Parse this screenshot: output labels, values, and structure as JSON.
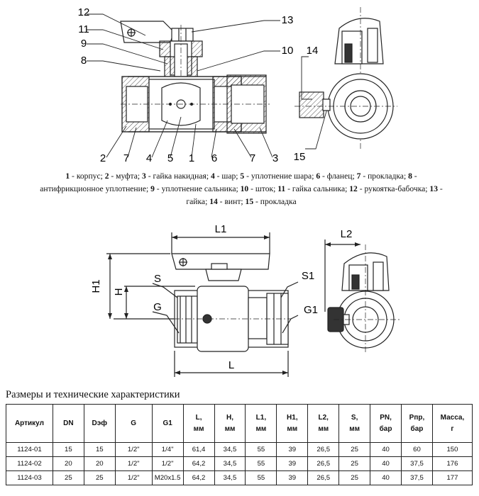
{
  "callouts_top": [
    "12",
    "11",
    "9",
    "8",
    "13",
    "10",
    "14",
    "15"
  ],
  "callouts_bottom": [
    "2",
    "7",
    "4",
    "5",
    "1",
    "6",
    "7",
    "3"
  ],
  "legend": [
    {
      "num": "1",
      "text": " - корпус; "
    },
    {
      "num": "2",
      "text": " - муфта; "
    },
    {
      "num": "3",
      "text": " - гайка накидная; "
    },
    {
      "num": "4",
      "text": " - шар; "
    },
    {
      "num": "5",
      "text": " - уплотнение шара; "
    },
    {
      "num": "6",
      "text": " - фланец; "
    },
    {
      "num": "7",
      "text": " - прокладка; "
    },
    {
      "num": "8",
      "text": " - антифрикционное уплотнение; "
    },
    {
      "num": "9",
      "text": " - уплотнение сальника; "
    },
    {
      "num": "10",
      "text": " - шток; "
    },
    {
      "num": "11",
      "text": " - гайка сальника; "
    },
    {
      "num": "12",
      "text": " - рукоятка-бабочка; "
    },
    {
      "num": "13",
      "text": " - гайка; "
    },
    {
      "num": "14",
      "text": " - винт; "
    },
    {
      "num": "15",
      "text": " - прокладка"
    }
  ],
  "dimension_labels": {
    "l1": "L1",
    "l2": "L2",
    "h1": "H1",
    "h": "H",
    "s": "S",
    "s1": "S1",
    "g": "G",
    "g1": "G1",
    "l": "L"
  },
  "section_title": "Размеры и технические характеристики",
  "table": {
    "headers": [
      [
        "Артикул"
      ],
      [
        "DN"
      ],
      [
        "Dэф"
      ],
      [
        "G"
      ],
      [
        "G1"
      ],
      [
        "L,",
        "мм"
      ],
      [
        "H,",
        "мм"
      ],
      [
        "L1,",
        "мм"
      ],
      [
        "H1,",
        "мм"
      ],
      [
        "L2,",
        "мм"
      ],
      [
        "S,",
        "мм"
      ],
      [
        "PN,",
        "бар"
      ],
      [
        "Pпр,",
        "бар"
      ],
      [
        "Масса,",
        "г"
      ]
    ],
    "rows": [
      [
        "1124-01",
        "15",
        "15",
        "1/2\"",
        "1/4\"",
        "61,4",
        "34,5",
        "55",
        "39",
        "26,5",
        "25",
        "40",
        "60",
        "150"
      ],
      [
        "1124-02",
        "20",
        "20",
        "1/2\"",
        "1/2\"",
        "64,2",
        "34,5",
        "55",
        "39",
        "26,5",
        "25",
        "40",
        "37,5",
        "176"
      ],
      [
        "1124-03",
        "25",
        "25",
        "1/2\"",
        "M20x1.5",
        "64,2",
        "34,5",
        "55",
        "39",
        "26,5",
        "25",
        "40",
        "37,5",
        "177"
      ]
    ]
  }
}
